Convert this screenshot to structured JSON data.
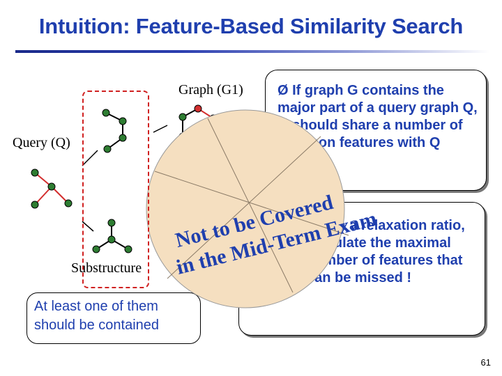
{
  "slide": {
    "title": "Intuition: Feature-Based Similarity Search",
    "page_number": "61"
  },
  "labels": {
    "graph_g1": "Graph (G1)",
    "query": "Query (Q)",
    "substructure": "Substructure"
  },
  "boxes": {
    "top_right": "Ø If graph G contains the major part of a query graph Q, G should share a number of common features with Q",
    "middle_right": "Given a relaxation ratio, calculate the maximal number of features that can be missed !",
    "bottom_left": "At least one of them should be contained"
  },
  "stamp": {
    "line1": "Not to be Covered",
    "line2": "in the Mid-Term Exam"
  },
  "colors": {
    "title": "#1f3fae",
    "box_text": "#1f3fae",
    "node_green": "#2e7d32",
    "node_red": "#d32f2f",
    "stamp_fill": "#f5dfc0",
    "stamp_text": "#1f3fae"
  }
}
